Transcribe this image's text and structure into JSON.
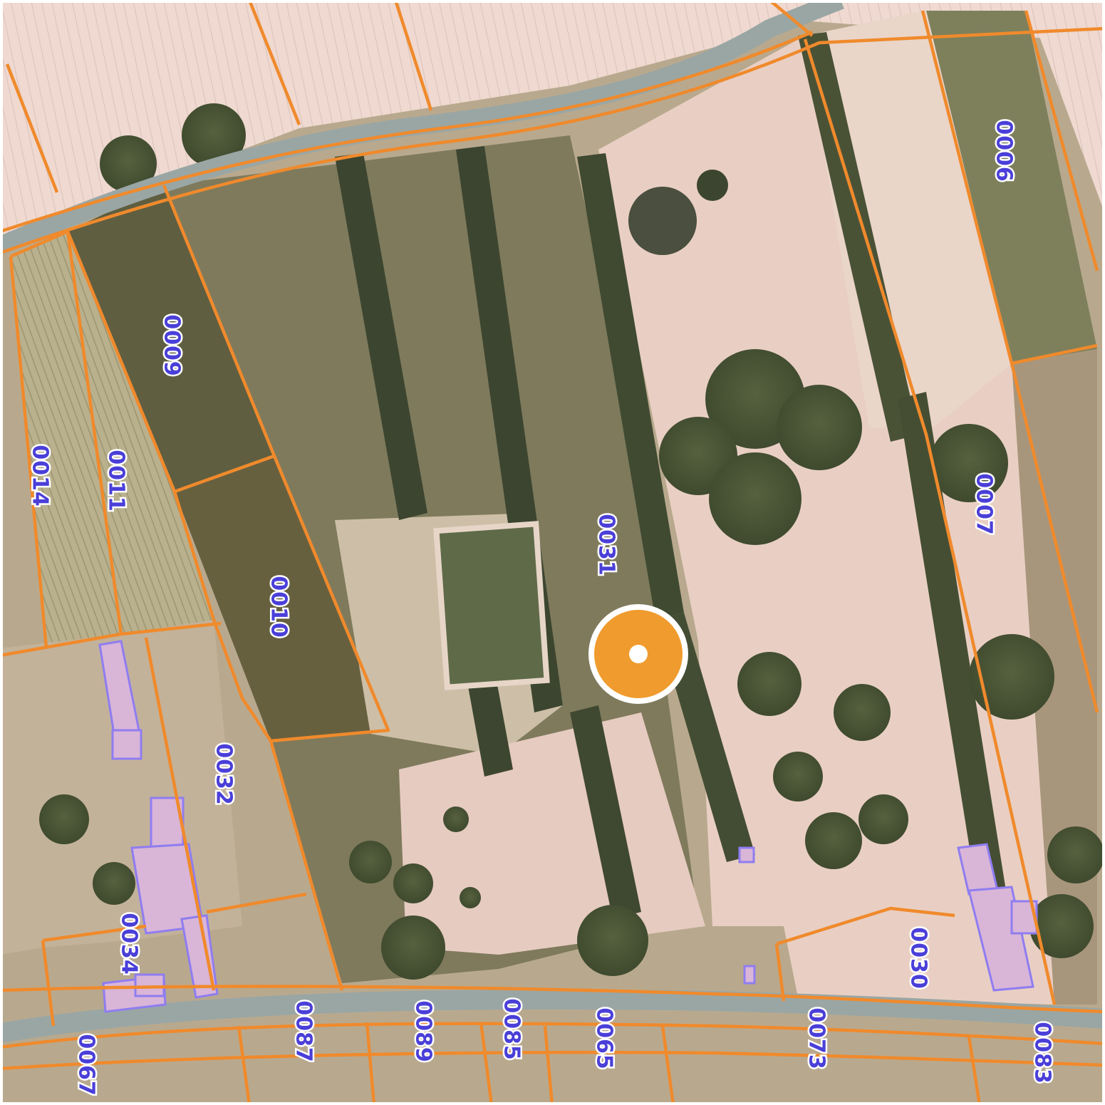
{
  "map": {
    "view": "aerial cadastral parcel map",
    "colors": {
      "parcel_boundary": "#f08a2c",
      "building_outline": "#8f7df0",
      "building_fill": "#d9b5d8",
      "label_text": "#4a3fd8",
      "road": "#9aa6a4",
      "marker_fill": "#ef9b2d",
      "marker_ring": "#ffffff"
    },
    "parcels": [
      {
        "id": "p0006",
        "label": "0006"
      },
      {
        "id": "p0007",
        "label": "0007"
      },
      {
        "id": "p0009",
        "label": "0009"
      },
      {
        "id": "p0010",
        "label": "0010"
      },
      {
        "id": "p0011",
        "label": "0011"
      },
      {
        "id": "p0014",
        "label": "0014"
      },
      {
        "id": "p0030",
        "label": "0030"
      },
      {
        "id": "p0031",
        "label": "0031"
      },
      {
        "id": "p0032",
        "label": "0032"
      },
      {
        "id": "p0034",
        "label": "0034"
      },
      {
        "id": "p0065",
        "label": "0065"
      },
      {
        "id": "p0067",
        "label": "0067"
      },
      {
        "id": "p0073",
        "label": "0073"
      },
      {
        "id": "p0083",
        "label": "0083"
      },
      {
        "id": "p0085",
        "label": "0085"
      },
      {
        "id": "p0087",
        "label": "0087"
      },
      {
        "id": "p0089",
        "label": "0089"
      }
    ],
    "marker": {
      "icon": "location-pin-icon"
    }
  }
}
